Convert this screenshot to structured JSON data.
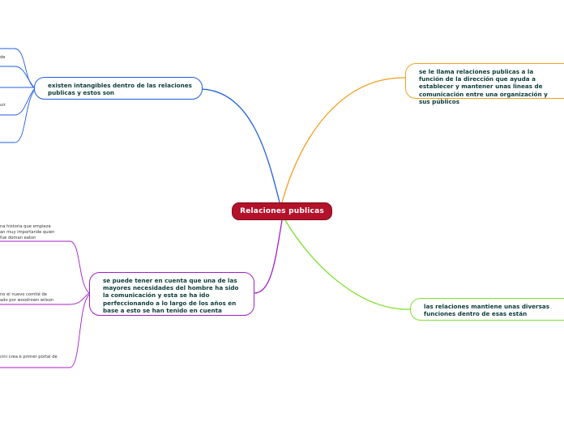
{
  "central": {
    "label": "Relaciones publicas",
    "color": "#b3122a"
  },
  "topics": [
    {
      "id": "intangibles",
      "text": "existen intangibles dentro de las relaciones publicas y estos son",
      "color": "#1f5fe0"
    },
    {
      "id": "historia",
      "text": "se puede tener en cuenta que una de las mayores necesidades del hombre ha sido la comunicación y esta se ha ido perfeccionando a lo largo de los años en base a esto se han tenido en cuenta",
      "color": "#a020c8"
    },
    {
      "id": "definicion",
      "text": "se le llama relaciones publicas a la función de la dirección que ayuda a establecer y mantener unas lineas de comunicación entre una organización y sus públicos",
      "color": "#f0a020"
    },
    {
      "id": "funciones",
      "text": "las relaciones mantiene unas diversas funciones dentro de esas están",
      "color": "#7ee030"
    }
  ],
  "leaves": {
    "history_1": [
      "na historia que empieza",
      "an muy importande quien",
      "fue doman eaton"
    ],
    "history_2": [
      "no el nuevo comité de",
      "ado por woodrown wilson"
    ],
    "history_3": [
      "cini crea e primer portal de"
    ],
    "intangibles_1": [
      "de"
    ],
    "intangibles_2": [
      "uir"
    ]
  }
}
